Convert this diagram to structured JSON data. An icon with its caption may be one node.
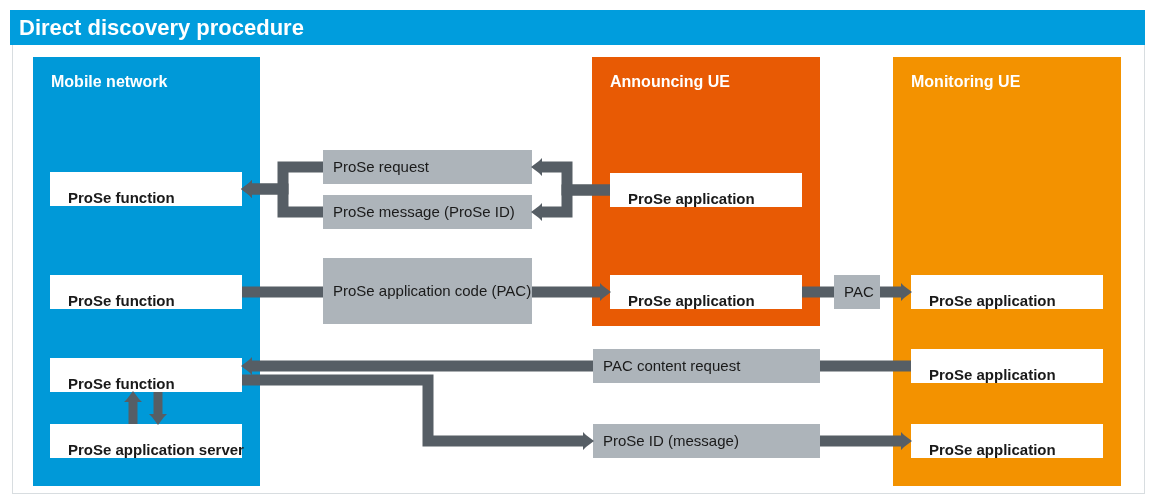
{
  "diagram": {
    "title": "Direct discovery procedure",
    "nodes": [
      {
        "text": [
          "Mobile network"
        ]
      },
      {
        "text": [
          "ProSe function"
        ],
        "in": 0
      },
      {
        "text": [
          "ProSe function"
        ],
        "in": 0
      },
      {
        "text": [
          "ProSe function"
        ],
        "in": 0
      },
      {
        "text": [
          "ProSe application server"
        ],
        "in": 0
      },
      {
        "text": [
          "Announcing UE"
        ]
      },
      {
        "text": [
          "ProSe application"
        ],
        "in": 5
      },
      {
        "text": [
          "ProSe application"
        ],
        "in": 5
      },
      {
        "text": [
          "Monitoring UE"
        ]
      },
      {
        "text": [
          "ProSe application"
        ],
        "in": 8
      },
      {
        "text": [
          "ProSe application"
        ],
        "in": 8
      },
      {
        "text": [
          "ProSe application"
        ],
        "in": 8
      },
      {
        "text": [
          "ProSe request"
        ]
      },
      {
        "text": [
          "ProSe message (ProSe ID)"
        ]
      },
      {
        "text": [
          "ProSe application code (PAC)"
        ]
      },
      {
        "text": [
          "PAC"
        ]
      },
      {
        "text": [
          "PAC content request"
        ]
      },
      {
        "text": [
          "ProSe ID (message)"
        ]
      }
    ],
    "edges": [
      {
        "from": 6,
        "to": 12,
        "arrow": "to"
      },
      {
        "from": 6,
        "to": 13,
        "arrow": "to"
      },
      {
        "from": 12,
        "to": 1,
        "arrow": "to"
      },
      {
        "from": 13,
        "to": 1,
        "arrow": "to"
      },
      {
        "from": 2,
        "to": 14,
        "arrow": "none"
      },
      {
        "from": 14,
        "to": 7,
        "arrow": "to"
      },
      {
        "from": 7,
        "to": 15,
        "arrow": "none"
      },
      {
        "from": 15,
        "to": 9,
        "arrow": "to"
      },
      {
        "from": 10,
        "to": 16,
        "arrow": "none"
      },
      {
        "from": 16,
        "to": 3,
        "arrow": "to"
      },
      {
        "from": 3,
        "to": 17,
        "arrow": "to"
      },
      {
        "from": 17,
        "to": 11,
        "arrow": "to"
      },
      {
        "from": 4,
        "to": 3,
        "arrow": "to"
      },
      {
        "from": 3,
        "to": 4,
        "arrow": "to"
      }
    ]
  }
}
